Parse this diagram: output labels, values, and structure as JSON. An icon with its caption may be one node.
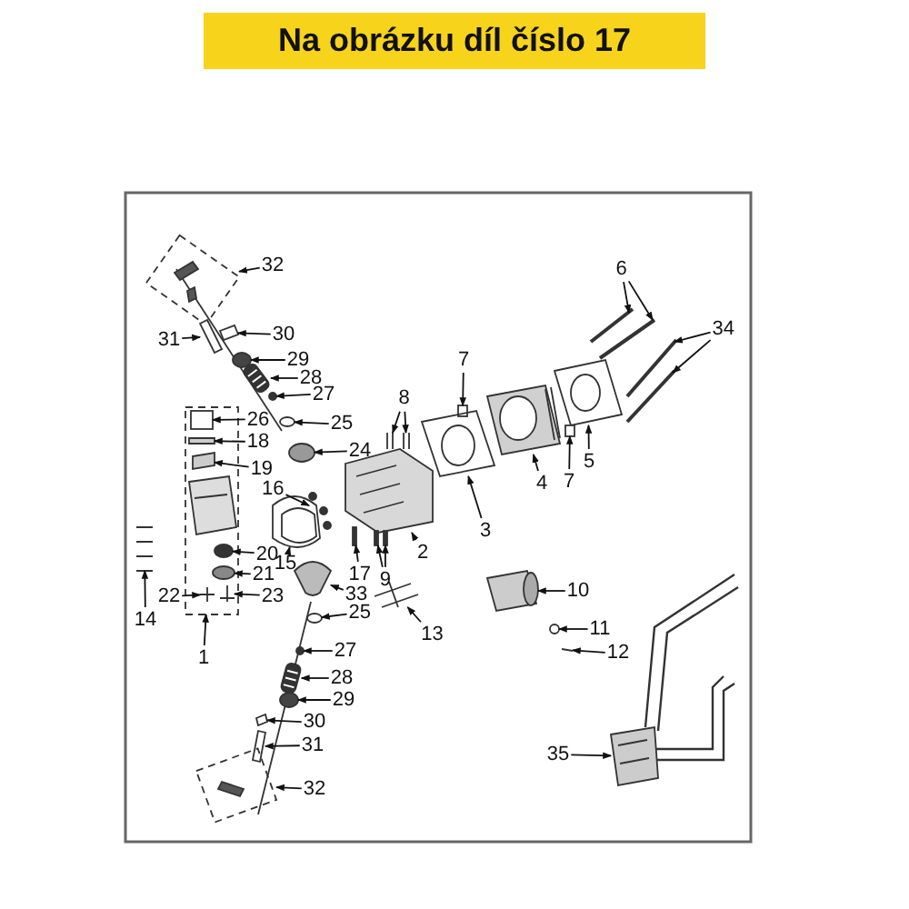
{
  "diagram": {
    "title": "Na obrázku díl číslo 17",
    "nodes": [
      {
        "text": [
          "32"
        ]
      },
      {
        "text": [
          "6"
        ]
      },
      {
        "text": [
          "34"
        ]
      },
      {
        "text": [
          "30"
        ]
      },
      {
        "text": [
          "31"
        ]
      },
      {
        "text": [
          "29"
        ]
      },
      {
        "text": [
          "7"
        ]
      },
      {
        "text": [
          "28"
        ]
      },
      {
        "text": [
          "27"
        ]
      },
      {
        "text": [
          "8"
        ]
      },
      {
        "text": [
          "26"
        ]
      },
      {
        "text": [
          "25"
        ]
      },
      {
        "text": [
          "18"
        ]
      },
      {
        "text": [
          "5"
        ]
      },
      {
        "text": [
          "24"
        ]
      },
      {
        "text": [
          "4"
        ]
      },
      {
        "text": [
          "7"
        ]
      },
      {
        "text": [
          "19"
        ]
      },
      {
        "text": [
          "16"
        ]
      },
      {
        "text": [
          "3"
        ]
      },
      {
        "text": [
          "2"
        ]
      },
      {
        "text": [
          "20"
        ]
      },
      {
        "text": [
          "17"
        ]
      },
      {
        "text": [
          "15"
        ]
      },
      {
        "text": [
          "9"
        ]
      },
      {
        "text": [
          "21"
        ]
      },
      {
        "text": [
          "23"
        ]
      },
      {
        "text": [
          "33"
        ]
      },
      {
        "text": [
          "22"
        ]
      },
      {
        "text": [
          "14"
        ]
      },
      {
        "text": [
          "1"
        ]
      },
      {
        "text": [
          "25"
        ]
      },
      {
        "text": [
          "13"
        ]
      },
      {
        "text": [
          "27"
        ]
      },
      {
        "text": [
          "10"
        ]
      },
      {
        "text": [
          "11"
        ]
      },
      {
        "text": [
          "28"
        ]
      },
      {
        "text": [
          "12"
        ]
      },
      {
        "text": [
          "29"
        ]
      },
      {
        "text": [
          "30"
        ]
      },
      {
        "text": [
          "31"
        ]
      },
      {
        "text": [
          "35"
        ]
      },
      {
        "text": [
          "32"
        ]
      },
      {
        "text": [],
        "shape": "box"
      },
      {
        "text": [],
        "shape": "picture"
      },
      {
        "text": [],
        "shape": "bar"
      },
      {
        "text": [],
        "shape": "bar"
      },
      {
        "text": [],
        "shape": "bar"
      },
      {
        "text": [],
        "shape": "bar"
      },
      {
        "text": [],
        "shape": "box"
      },
      {
        "text": [],
        "shape": "box"
      },
      {
        "text": [],
        "shape": "circle"
      },
      {
        "text": [],
        "shape": "box"
      },
      {
        "text": [],
        "shape": "picture"
      },
      {
        "text": [],
        "shape": "circle"
      },
      {
        "text": [],
        "shape": "picture"
      },
      {
        "text": [],
        "shape": "picture"
      },
      {
        "text": [],
        "shape": "box",
        "in": 43
      },
      {
        "text": [],
        "shape": "circle"
      },
      {
        "text": [],
        "shape": "bar",
        "in": 43
      },
      {
        "text": [],
        "shape": "picture"
      },
      {
        "text": [],
        "shape": "circle"
      },
      {
        "text": [],
        "shape": "picture"
      },
      {
        "text": [],
        "shape": "box"
      },
      {
        "text": [],
        "shape": "box",
        "in": 43
      },
      {
        "text": [],
        "shape": "picture"
      },
      {
        "text": [],
        "shape": "picture"
      },
      {
        "text": [],
        "shape": "picture"
      },
      {
        "text": [],
        "shape": "circle",
        "in": 43
      },
      {
        "text": [],
        "shape": "bar"
      },
      {
        "text": [],
        "shape": "picture"
      },
      {
        "text": [],
        "shape": "bar"
      },
      {
        "text": [],
        "shape": "bar"
      },
      {
        "text": [],
        "shape": "circle",
        "in": 43
      },
      {
        "text": [],
        "shape": "picture",
        "in": 43
      },
      {
        "text": [],
        "shape": "picture"
      },
      {
        "text": [],
        "shape": "picture",
        "in": 43
      },
      {
        "text": [],
        "shape": "picture"
      },
      {
        "text": [],
        "shape": "circle"
      },
      {
        "text": [],
        "shape": "picture"
      },
      {
        "text": [],
        "shape": "circle"
      },
      {
        "text": [],
        "shape": "picture"
      },
      {
        "text": [],
        "shape": "circle"
      },
      {
        "text": [],
        "shape": "picture"
      },
      {
        "text": [],
        "shape": "bar"
      },
      {
        "text": [],
        "shape": "circle"
      },
      {
        "text": [],
        "shape": "box"
      },
      {
        "text": [],
        "shape": "box"
      },
      {
        "text": [],
        "shape": "picture"
      },
      {
        "text": [],
        "shape": "picture"
      }
    ],
    "edges": [
      {
        "from": 0,
        "to": 44,
        "arrow": "to"
      },
      {
        "from": 1,
        "to": 45,
        "arrow": "to"
      },
      {
        "from": 1,
        "to": 46,
        "arrow": "to"
      },
      {
        "from": 2,
        "to": 47,
        "arrow": "to"
      },
      {
        "from": 2,
        "to": 48,
        "arrow": "to"
      },
      {
        "from": 3,
        "to": 49,
        "arrow": "to"
      },
      {
        "from": 4,
        "to": 50,
        "arrow": "to"
      },
      {
        "from": 5,
        "to": 51,
        "arrow": "to"
      },
      {
        "from": 6,
        "to": 52,
        "arrow": "to"
      },
      {
        "from": 7,
        "to": 53,
        "arrow": "to"
      },
      {
        "from": 8,
        "to": 54,
        "arrow": "to"
      },
      {
        "from": 9,
        "to": 55,
        "arrow": "to"
      },
      {
        "from": 9,
        "to": 56,
        "arrow": "to"
      },
      {
        "from": 10,
        "to": 57,
        "arrow": "to"
      },
      {
        "from": 11,
        "to": 58,
        "arrow": "to"
      },
      {
        "from": 12,
        "to": 59,
        "arrow": "to"
      },
      {
        "from": 13,
        "to": 60,
        "arrow": "to"
      },
      {
        "from": 14,
        "to": 61,
        "arrow": "to"
      },
      {
        "from": 15,
        "to": 62,
        "arrow": "to"
      },
      {
        "from": 16,
        "to": 63,
        "arrow": "to"
      },
      {
        "from": 17,
        "to": 64,
        "arrow": "to"
      },
      {
        "from": 18,
        "to": 65,
        "arrow": "to"
      },
      {
        "from": 19,
        "to": 66,
        "arrow": "to"
      },
      {
        "from": 20,
        "to": 67,
        "arrow": "to"
      },
      {
        "from": 21,
        "to": 68,
        "arrow": "to"
      },
      {
        "from": 22,
        "to": 69,
        "arrow": "to"
      },
      {
        "from": 23,
        "to": 70,
        "arrow": "to"
      },
      {
        "from": 24,
        "to": 71,
        "arrow": "to"
      },
      {
        "from": 24,
        "to": 72,
        "arrow": "to"
      },
      {
        "from": 25,
        "to": 73,
        "arrow": "to"
      },
      {
        "from": 26,
        "to": 76,
        "arrow": "to"
      },
      {
        "from": 27,
        "to": 75,
        "arrow": "to"
      },
      {
        "from": 28,
        "to": 74,
        "arrow": "to"
      },
      {
        "from": 29,
        "to": 77,
        "arrow": "to"
      },
      {
        "from": 30,
        "to": 43,
        "arrow": "to"
      },
      {
        "from": 31,
        "to": 78,
        "arrow": "to"
      },
      {
        "from": 32,
        "to": 79,
        "arrow": "to"
      },
      {
        "from": 33,
        "to": 80,
        "arrow": "to"
      },
      {
        "from": 34,
        "to": 81,
        "arrow": "to"
      },
      {
        "from": 35,
        "to": 82,
        "arrow": "to"
      },
      {
        "from": 36,
        "to": 83,
        "arrow": "to"
      },
      {
        "from": 37,
        "to": 84,
        "arrow": "to"
      },
      {
        "from": 38,
        "to": 85,
        "arrow": "to"
      },
      {
        "from": 39,
        "to": 86,
        "arrow": "to"
      },
      {
        "from": 40,
        "to": 87,
        "arrow": "to"
      },
      {
        "from": 41,
        "to": 88,
        "arrow": "to"
      },
      {
        "from": 42,
        "to": 89,
        "arrow": "to"
      }
    ]
  }
}
